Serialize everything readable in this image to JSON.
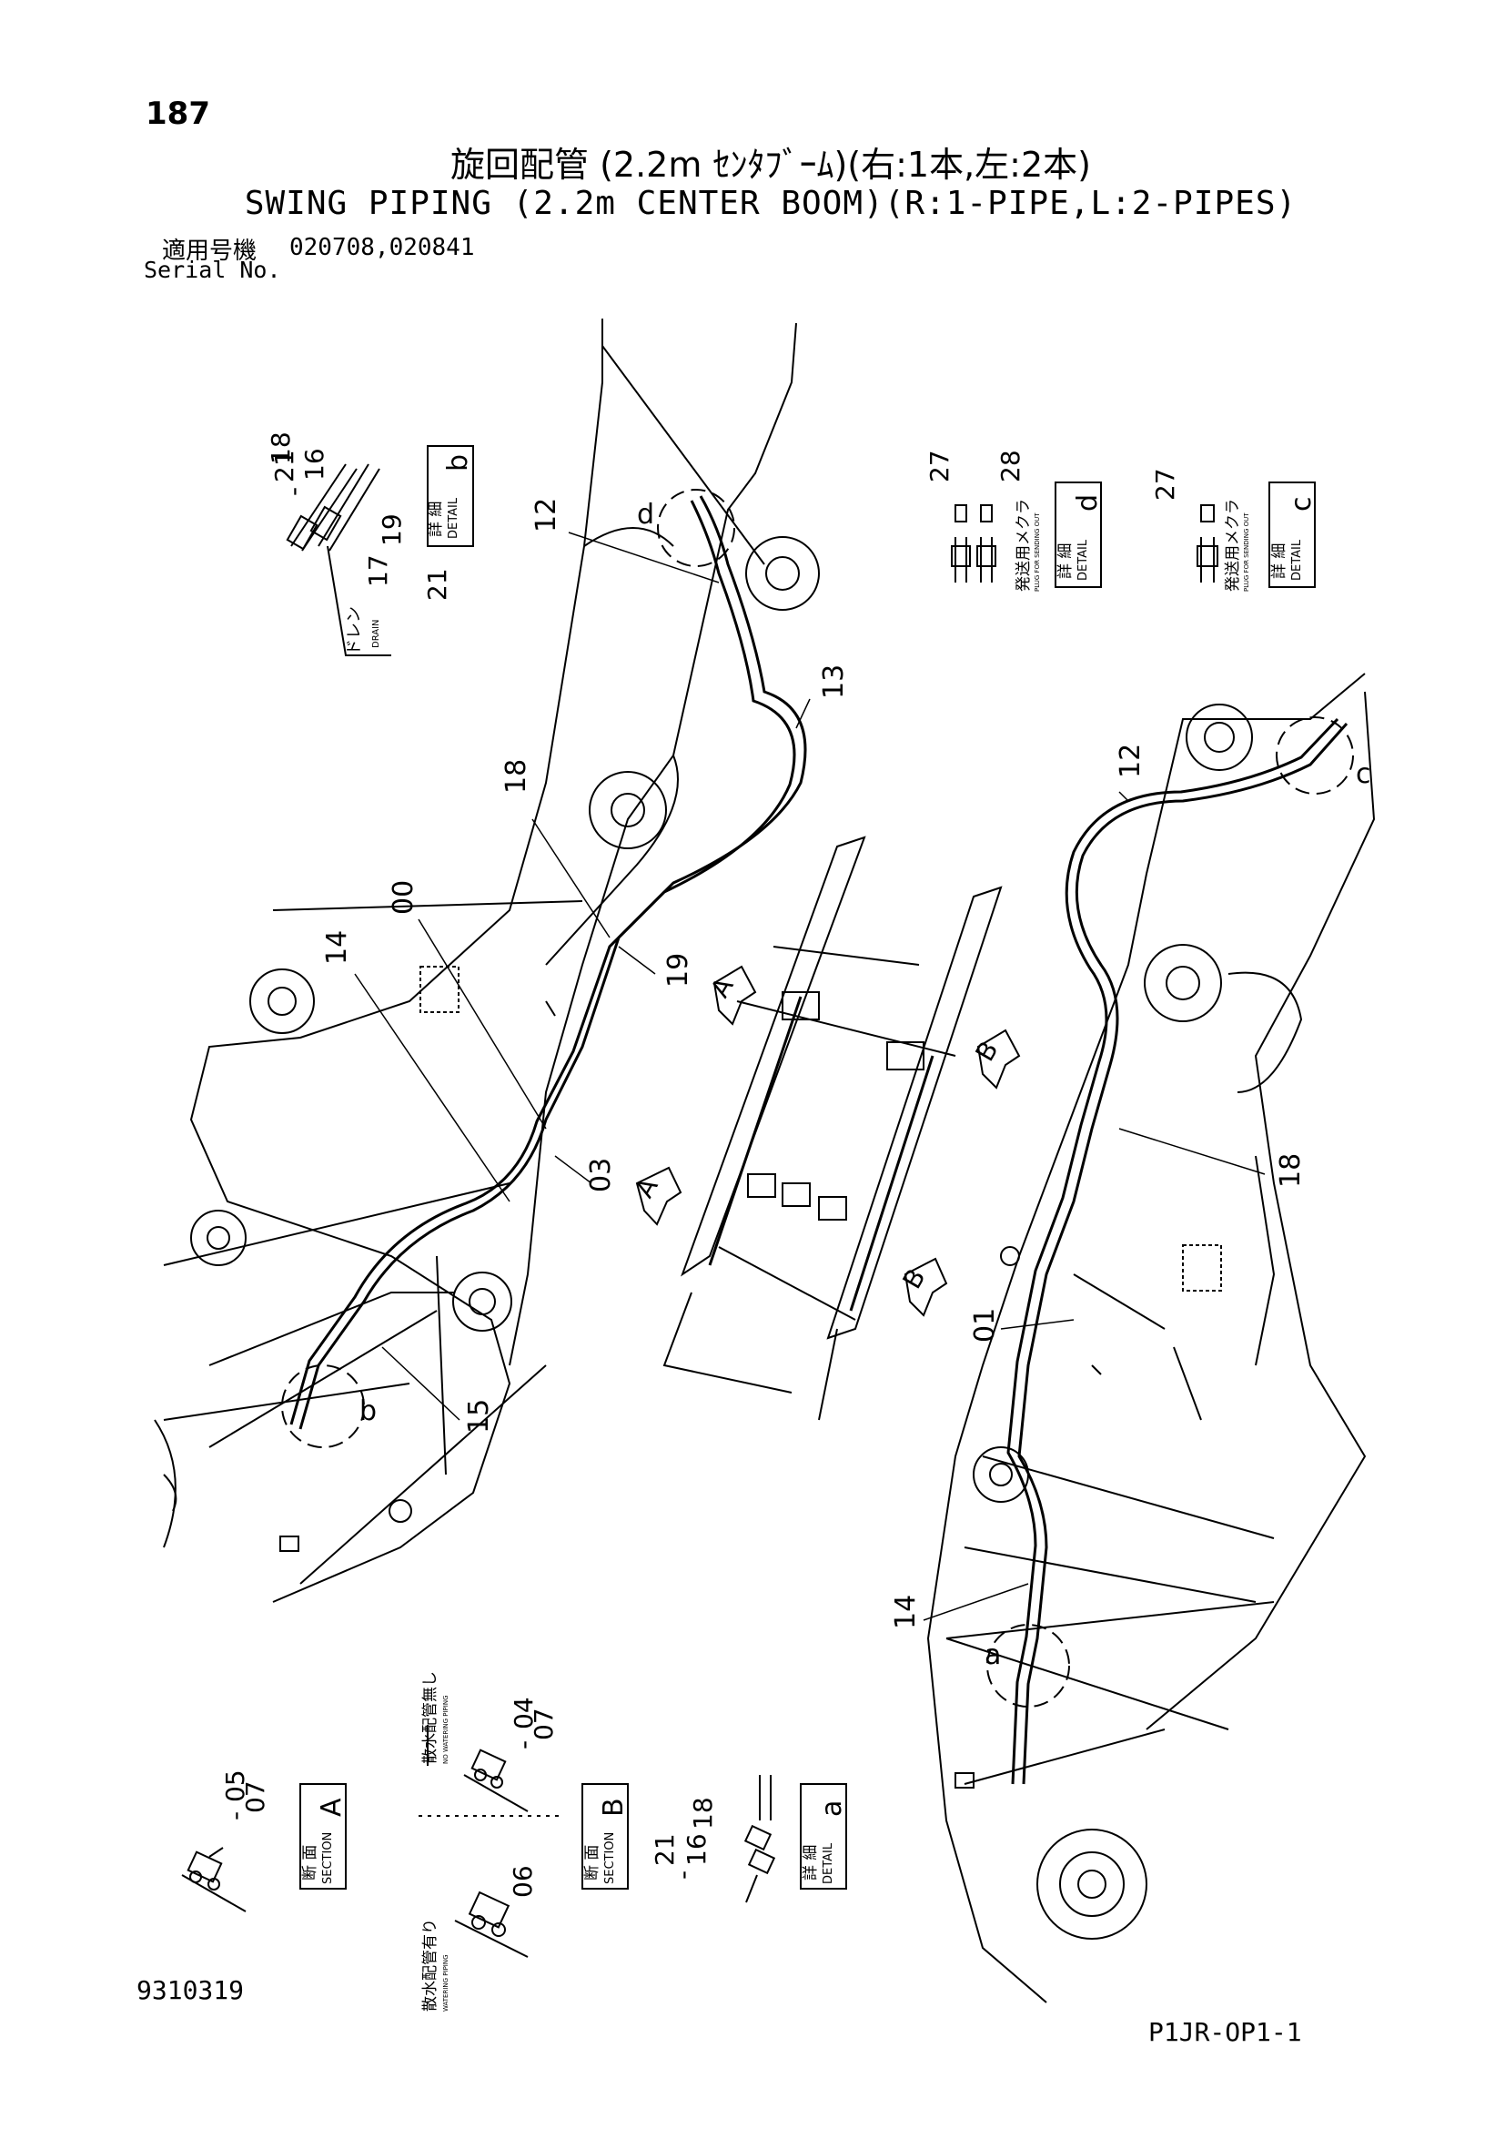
{
  "header": {
    "page_number": "187",
    "title_jp": "旋回配管 (2.2m ｾﾝﾀﾌﾞｰﾑ)(右:1本,左:2本)",
    "title_en": "SWING PIPING (2.2m CENTER BOOM)(R:1-PIPE,L:2-PIPES)",
    "serial_label_jp": "適用号機",
    "serial_label_en": "Serial No.",
    "serial_value": "020708,020841"
  },
  "footer": {
    "doc_number": "9310319",
    "page_code": "P1JR-OP1-1"
  },
  "callouts": {
    "n00": "00",
    "n01": "01",
    "n03": "03",
    "n12a": "12",
    "n12b": "12",
    "n13": "13",
    "n14a": "14",
    "n14b": "14",
    "n15": "15",
    "n18a": "18",
    "n18b": "18",
    "n19": "19",
    "circle_a": "a",
    "circle_b": "b",
    "circle_c": "c",
    "circle_d": "d"
  },
  "detail_b": {
    "n16": "16",
    "n17": "17",
    "n18": "18",
    "n19": "19",
    "n21a": "21",
    "n21b": "21",
    "drain_jp": "ドレン",
    "drain_en": "DRAIN",
    "letter": "b"
  },
  "detail_d": {
    "n27": "27",
    "n28": "28",
    "plug_jp": "発送用メクラ",
    "plug_en": "PLUG FOR SENDING OUT",
    "letter": "d"
  },
  "detail_c": {
    "n27": "27",
    "plug_jp": "発送用メクラ",
    "plug_en": "PLUG FOR SENDING OUT",
    "letter": "c"
  },
  "detail_a": {
    "n16": "16",
    "n18": "18",
    "n21": "21",
    "letter": "a"
  },
  "section_A": {
    "n05": "05",
    "n07": "07",
    "letter": "A"
  },
  "section_B": {
    "n04": "04",
    "n07": "07",
    "n06": "06",
    "letter": "B",
    "no_watering_jp": "散水配管無し",
    "no_watering_en": "NO WATERING PIPING",
    "watering_jp": "散水配管有り",
    "watering_en": "WATERING PIPING"
  },
  "labels": {
    "detail_jp": "詳 細",
    "detail_en": "DETAIL",
    "section_jp": "断 面",
    "section_en": "SECTION"
  },
  "arrows": {
    "A": "A",
    "B": "B"
  }
}
